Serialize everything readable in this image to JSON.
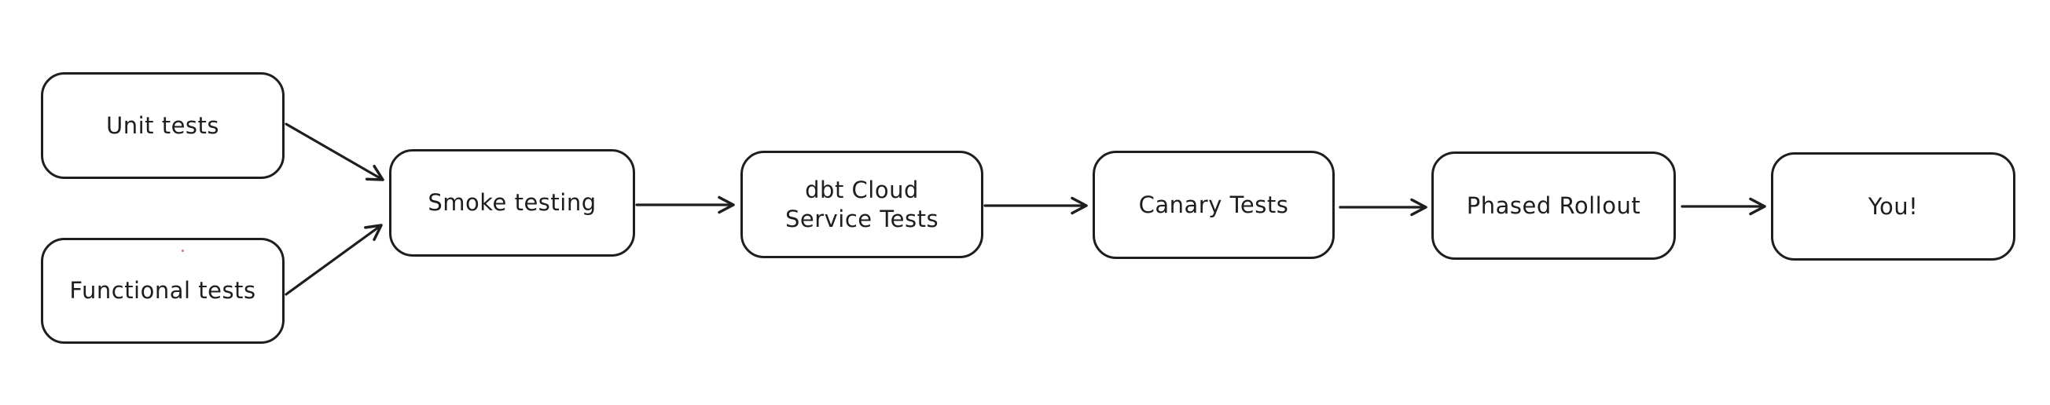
{
  "diagram": {
    "type": "flowchart",
    "background_color": "#ffffff",
    "stroke_color": "#1e1e1e",
    "node_fill_color": "#ffffff",
    "stray_dot_color": "#dd7b7b",
    "nodes": [
      {
        "id": "unit-tests",
        "label": "Unit tests"
      },
      {
        "id": "functional-tests",
        "label": "Functional tests"
      },
      {
        "id": "smoke-testing",
        "label": "Smoke testing"
      },
      {
        "id": "dbt-cloud-service-tests",
        "label": "dbt Cloud\nService Tests"
      },
      {
        "id": "canary-tests",
        "label": "Canary Tests"
      },
      {
        "id": "phased-rollout",
        "label": "Phased Rollout"
      },
      {
        "id": "you",
        "label": "You!"
      }
    ],
    "edges": [
      {
        "from": "unit-tests",
        "to": "smoke-testing"
      },
      {
        "from": "functional-tests",
        "to": "smoke-testing"
      },
      {
        "from": "smoke-testing",
        "to": "dbt-cloud-service-tests"
      },
      {
        "from": "dbt-cloud-service-tests",
        "to": "canary-tests"
      },
      {
        "from": "canary-tests",
        "to": "phased-rollout"
      },
      {
        "from": "phased-rollout",
        "to": "you"
      }
    ]
  }
}
